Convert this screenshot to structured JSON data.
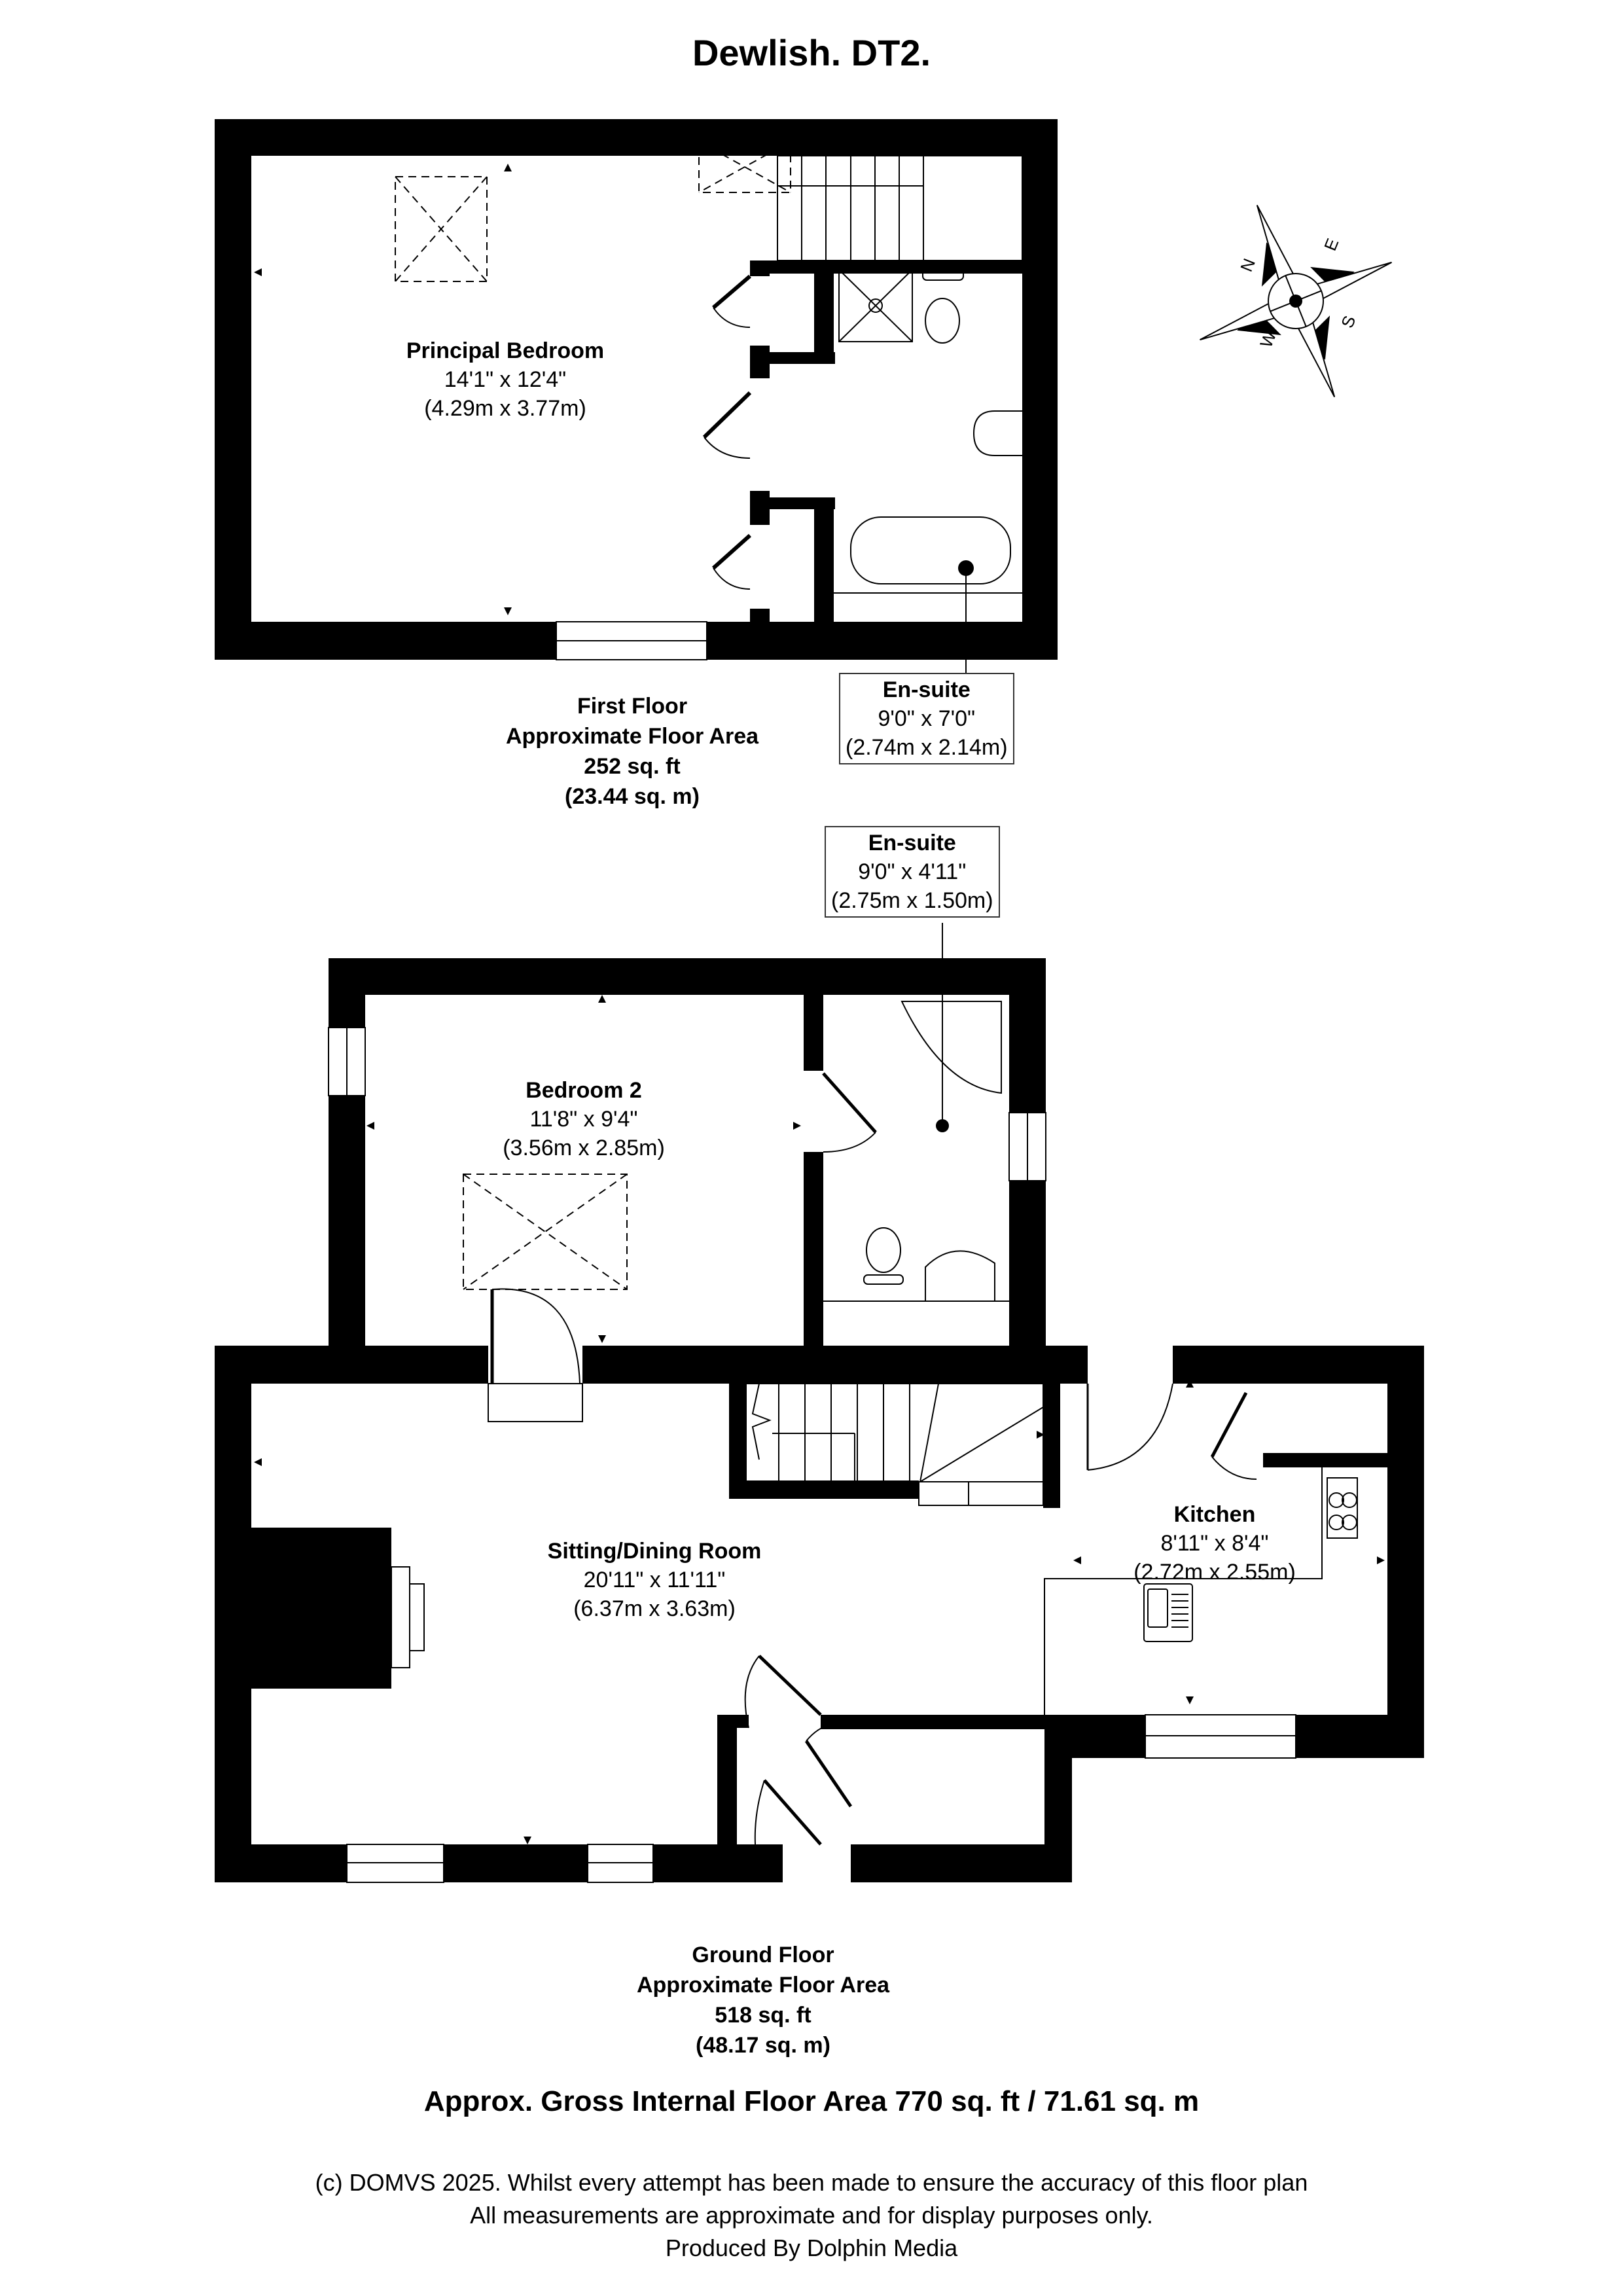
{
  "title": "Dewlish. DT2.",
  "compass": {
    "icon": "compass-rose-icon",
    "labels": [
      "N",
      "E",
      "S",
      "W"
    ]
  },
  "first_floor": {
    "rooms": [
      {
        "name": "Principal Bedroom",
        "imperial": "14'1\" x 12'4\"",
        "metric": "(4.29m x 3.77m)"
      },
      {
        "name": "En-suite",
        "imperial": "9'0\" x 7'0\"",
        "metric": "(2.74m x 2.14m)"
      }
    ],
    "summary": {
      "floor": "First Floor",
      "label": "Approximate Floor Area",
      "sqft": "252 sq. ft",
      "sqm": "(23.44 sq. m)"
    }
  },
  "ground_floor": {
    "rooms": [
      {
        "name": "En-suite",
        "imperial": "9'0\" x 4'11\"",
        "metric": "(2.75m x 1.50m)"
      },
      {
        "name": "Bedroom 2",
        "imperial": "11'8\" x 9'4\"",
        "metric": "(3.56m x 2.85m)"
      },
      {
        "name": "Sitting/Dining Room",
        "imperial": "20'11\" x 11'11\"",
        "metric": "(6.37m x 3.63m)"
      },
      {
        "name": "Kitchen",
        "imperial": "8'11\" x 8'4\"",
        "metric": "(2.72m x 2.55m)"
      }
    ],
    "summary": {
      "floor": "Ground Floor",
      "label": "Approximate Floor Area",
      "sqft": "518 sq. ft",
      "sqm": "(48.17 sq. m)"
    }
  },
  "gross_area": "Approx. Gross Internal Floor Area 770 sq. ft / 71.61 sq. m",
  "footer": {
    "line1": "(c) DOMVS 2025. Whilst every attempt has been made to ensure the accuracy of this floor plan",
    "line2": "All measurements are approximate and for display purposes only.",
    "line3": "Produced By Dolphin Media"
  },
  "colors": {
    "wall": "#000000",
    "background": "#ffffff",
    "fixture_line": "#000000"
  }
}
